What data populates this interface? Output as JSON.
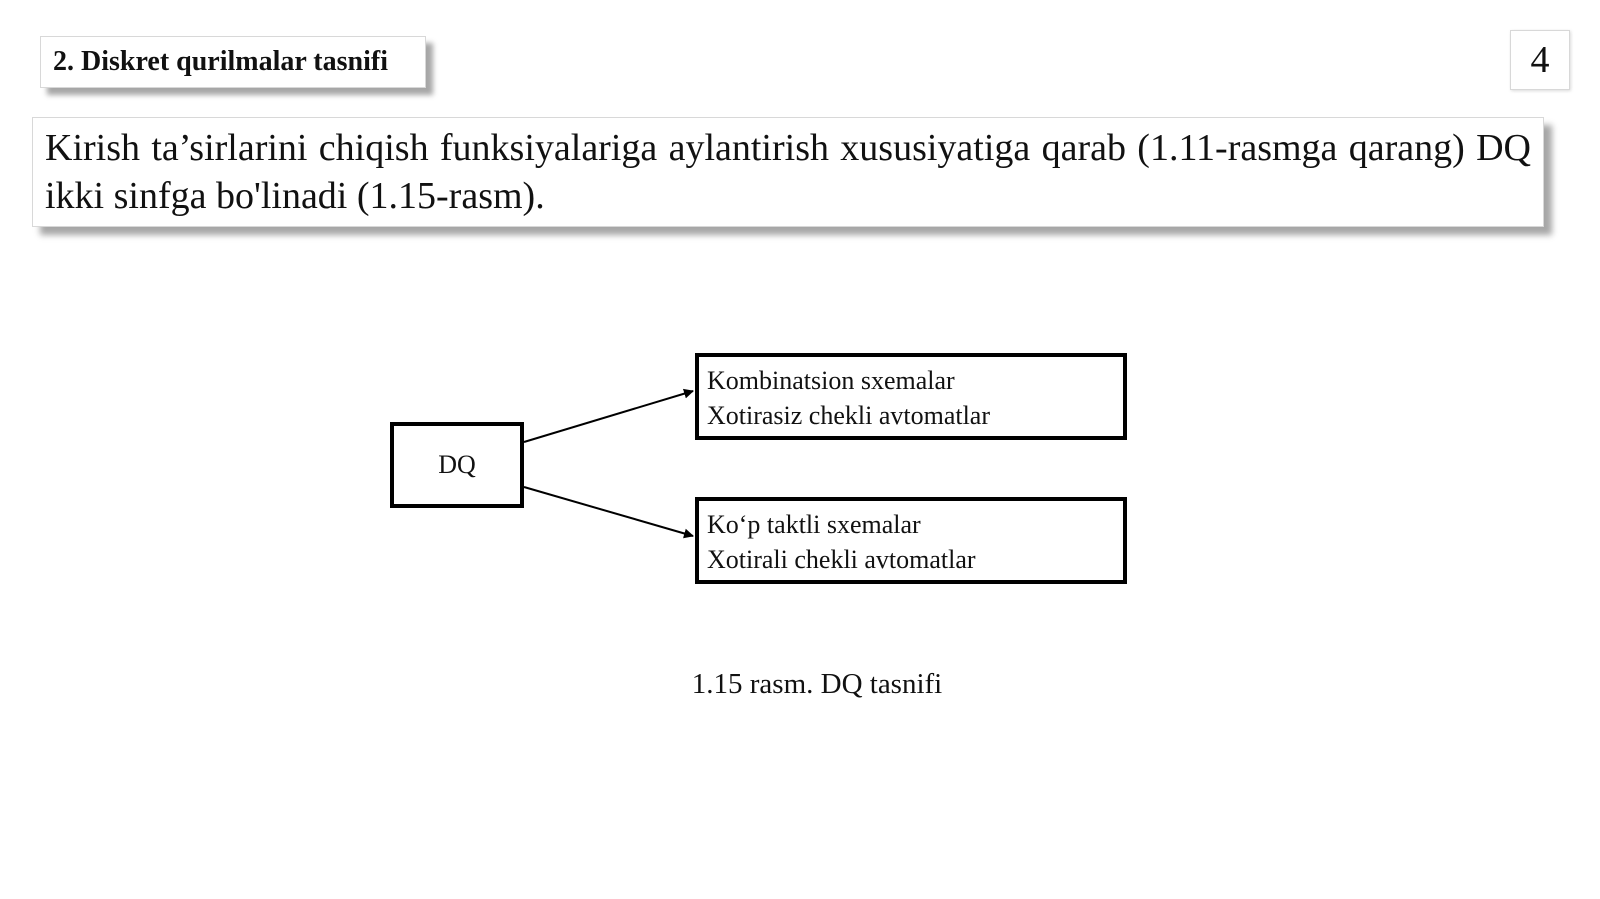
{
  "header": {
    "title": "2. Diskret qurilmalar tasnifi",
    "page_number": "4"
  },
  "intro": {
    "text": "Kirish ta’sirlarini chiqish funksiyalariga aylantirish xususiyatiga qarab (1.11-rasmga qarang) DQ ikki sinfga bo'linadi (1.15-rasm)."
  },
  "diagram": {
    "root": "DQ",
    "classes": [
      {
        "line1": "Kombinatsion sxemalar",
        "line2": "Xotirasiz chekli avtomatlar"
      },
      {
        "line1": "Ko‘p taktli sxemalar",
        "line2": "Xotirali chekli avtomatlar"
      }
    ],
    "caption": "1.15 rasm. DQ tasnifi"
  },
  "colors": {
    "stroke": "#000000",
    "text": "#111111",
    "box_border": "#d8d8d8"
  }
}
